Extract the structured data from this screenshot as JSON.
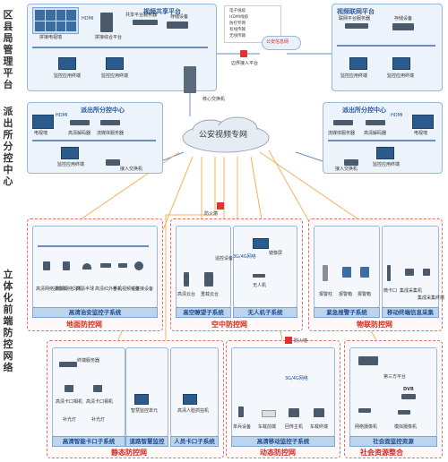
{
  "zones": {
    "left_top": "区县局管理平台",
    "left_mid": "派出所分控中心",
    "left_bottom": "立体化前端防控网络"
  },
  "video_share": {
    "title": "视频共享平台",
    "labels": {
      "wall": "拼接电视墙",
      "hdmi": "HDMI",
      "stream_server": "共享平台服务器",
      "controller": "拼接综合平台",
      "storage": "存储设备",
      "terminal1": "监控应用终端",
      "terminal2": "监控应用终端"
    }
  },
  "legend": {
    "items": [
      "电子线缆",
      "HDMI线缆",
      "防控专网",
      "有线传输",
      "无线传输"
    ]
  },
  "public_security_net": "公安信息网",
  "border_platform": "边界接入平台",
  "core_switch": "核心交换机",
  "video_net": {
    "title": "视频联网平台",
    "labels": {
      "server": "联网平台服务器",
      "storage": "存储设备",
      "terminal1": "监控应用终端",
      "terminal2": "监控应用终端"
    }
  },
  "private_net": "公安视频专网",
  "station_left": {
    "title": "派出所分控中心",
    "labels": {
      "tv": "电视墙",
      "hdmi": "HDMI",
      "decoder": "高清解码器",
      "stream": "流媒体服务器",
      "terminal": "监控应用终端",
      "switch": "接入交换机"
    }
  },
  "station_right": {
    "title": "派出所分控中心",
    "labels": {
      "stream": "流媒体服务器",
      "decoder": "高清解码器",
      "hdmi": "HDMI",
      "tv": "电视墙",
      "terminal": "监控应用终端",
      "switch": "接入交换机"
    }
  },
  "firewall": "防火墙",
  "ground": {
    "system": "高清治安监控子系统",
    "net": "地面防控网",
    "devices": [
      "高清网络摄像机",
      "高清网络球机",
      "高清半球",
      "高清红外枪机",
      "手机视频设备",
      "可拼接设备"
    ]
  },
  "air": {
    "system1": "高空瞭望子系统",
    "system2": "无人机子系统",
    "net": "空中防控网",
    "comm": "3G/4G网络",
    "devices": [
      "高清云台",
      "重载云台",
      "遥控设备",
      "镜像屏",
      "无人机"
    ]
  },
  "iot": {
    "system1": "紧急报警子系统",
    "system2": "移动终端信息采集",
    "net": "物联防控网",
    "devices": [
      "报警柱",
      "报警箱",
      "报警箱",
      "微卡口",
      "集成采集机",
      "集成采集终端"
    ]
  },
  "static": {
    "system1": "高清智能卡口子系统",
    "system2": "道路智慧监控",
    "system3": "人员卡口子系统",
    "net": "静态防控网",
    "devices": [
      "终端服务器",
      "高清卡口相机",
      "高清卡口相机",
      "补光灯",
      "补光灯",
      "智慧监控单元",
      "高清人脸抓拍机"
    ]
  },
  "dynamic": {
    "system": "高清移动监控子系统",
    "net": "动态防控网",
    "comm": "3G/4G网络",
    "devices": [
      "单兵设备",
      "车载前端",
      "回传主机",
      "车载终端"
    ]
  },
  "social": {
    "system": "社会面监控资源",
    "net": "社会资源整合",
    "devices": [
      "第三方平台",
      "DVR",
      "网络摄像机",
      "模拟摄像机"
    ]
  }
}
